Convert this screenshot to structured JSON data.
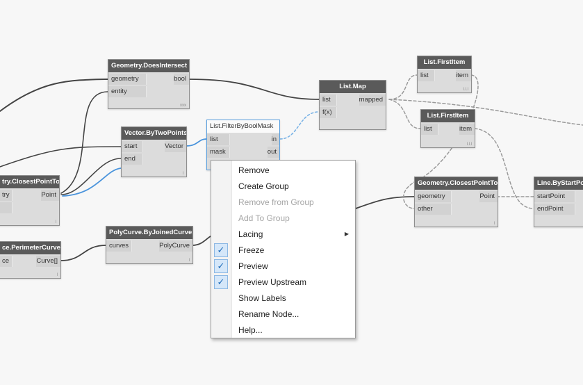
{
  "nodes": {
    "does_intersect": {
      "title": "Geometry.DoesIntersect",
      "inputs": [
        "geometry",
        "entity"
      ],
      "output": "bool",
      "footer": "xxx"
    },
    "vector_by_two_points": {
      "title": "Vector.ByTwoPoints",
      "inputs": [
        "start",
        "end"
      ],
      "output": "Vector",
      "footer": "l"
    },
    "filter_by_bool_mask": {
      "title": "List.FilterByBoolMask",
      "inputs": [
        "list",
        "mask"
      ],
      "outputs": [
        "in",
        "out"
      ]
    },
    "list_map": {
      "title": "List.Map",
      "inputs": [
        "list",
        "f(x)"
      ],
      "output": "mapped"
    },
    "first_item_1": {
      "title": "List.FirstItem",
      "input": "list",
      "output": "item",
      "footer": "l.l.l"
    },
    "first_item_2": {
      "title": "List.FirstItem",
      "input": "list",
      "output": "item",
      "footer": "l.l.l"
    },
    "closest_point_left": {
      "title": "try.ClosestPointTo",
      "inputs": [
        "try",
        ""
      ],
      "output": "Point",
      "footer": "l"
    },
    "closest_point_right": {
      "title": "Geometry.ClosestPointTo",
      "inputs": [
        "geometry",
        "other"
      ],
      "output": "Point",
      "footer": "l"
    },
    "line_by_start": {
      "title": "Line.ByStartPo",
      "inputs": [
        "startPoint",
        "endPoint"
      ]
    },
    "polycurve": {
      "title": "PolyCurve.ByJoinedCurves",
      "input": "curves",
      "output": "PolyCurve",
      "footer": "l"
    },
    "perimeter_curves": {
      "title": "ce.PerimeterCurves",
      "input": "ce",
      "output": "Curve[]",
      "footer": "l"
    }
  },
  "context_menu": {
    "items": [
      {
        "label": "Remove",
        "enabled": true,
        "checked": false
      },
      {
        "label": "Create Group",
        "enabled": true,
        "checked": false
      },
      {
        "label": "Remove from Group",
        "enabled": false,
        "checked": false
      },
      {
        "label": "Add To Group",
        "enabled": false,
        "checked": false
      },
      {
        "label": "Lacing",
        "enabled": true,
        "checked": false,
        "submenu": true
      },
      {
        "label": "Freeze",
        "enabled": true,
        "checked": true
      },
      {
        "label": "Preview",
        "enabled": true,
        "checked": true
      },
      {
        "label": "Preview Upstream",
        "enabled": true,
        "checked": true
      },
      {
        "label": "Show Labels",
        "enabled": true,
        "checked": false
      },
      {
        "label": "Rename Node...",
        "enabled": true,
        "checked": false
      },
      {
        "label": "Help...",
        "enabled": true,
        "checked": false
      }
    ],
    "check_glyph": "✓",
    "submenu_glyph": "▶"
  },
  "colors": {
    "canvas": "#f7f7f7",
    "node_header": "#5a5a5a",
    "selected_wire": "#5aa0e0",
    "wire": "#4a4a4a",
    "dashed_wire": "#9a9a9a"
  }
}
